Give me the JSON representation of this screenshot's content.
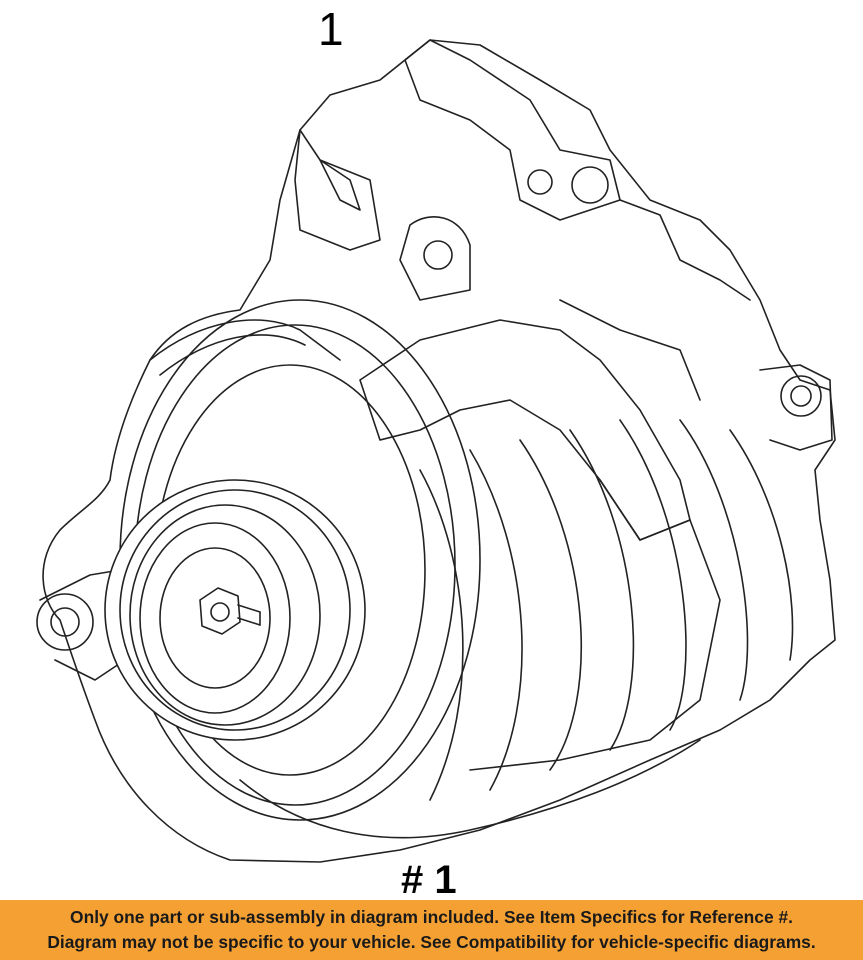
{
  "diagram": {
    "part": "alternator",
    "callout_top": "1",
    "callout_bottom": "# 1"
  },
  "banner": {
    "line1": "Only one part or sub-assembly in diagram included. See Item Specifics for Reference #.",
    "line2": "Diagram may not be specific to your vehicle. See Compatibility for vehicle-specific diagrams.",
    "background_color": "#f5a033"
  }
}
